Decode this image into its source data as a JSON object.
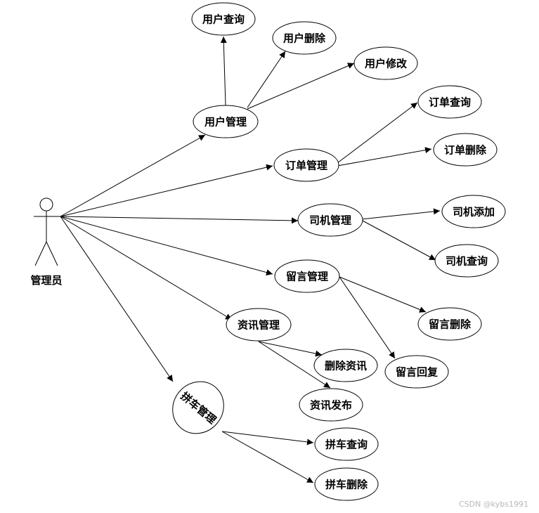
{
  "actor": {
    "label": "管理员"
  },
  "nodes": {
    "user_mgmt": "用户管理",
    "user_query": "用户查询",
    "user_delete": "用户删除",
    "user_edit": "用户修改",
    "order_mgmt": "订单管理",
    "order_query": "订单查询",
    "order_delete": "订单删除",
    "driver_mgmt": "司机管理",
    "driver_add": "司机添加",
    "driver_query": "司机查询",
    "msg_mgmt": "留言管理",
    "msg_delete": "留言删除",
    "msg_reply": "留言回复",
    "news_mgmt": "资讯管理",
    "news_delete": "删除资讯",
    "news_publish": "资讯发布",
    "carpool_mgmt": "拼车管理",
    "carpool_query": "拼车查询",
    "carpool_delete": "拼车删除"
  },
  "watermark": "CSDN @kybs1991"
}
